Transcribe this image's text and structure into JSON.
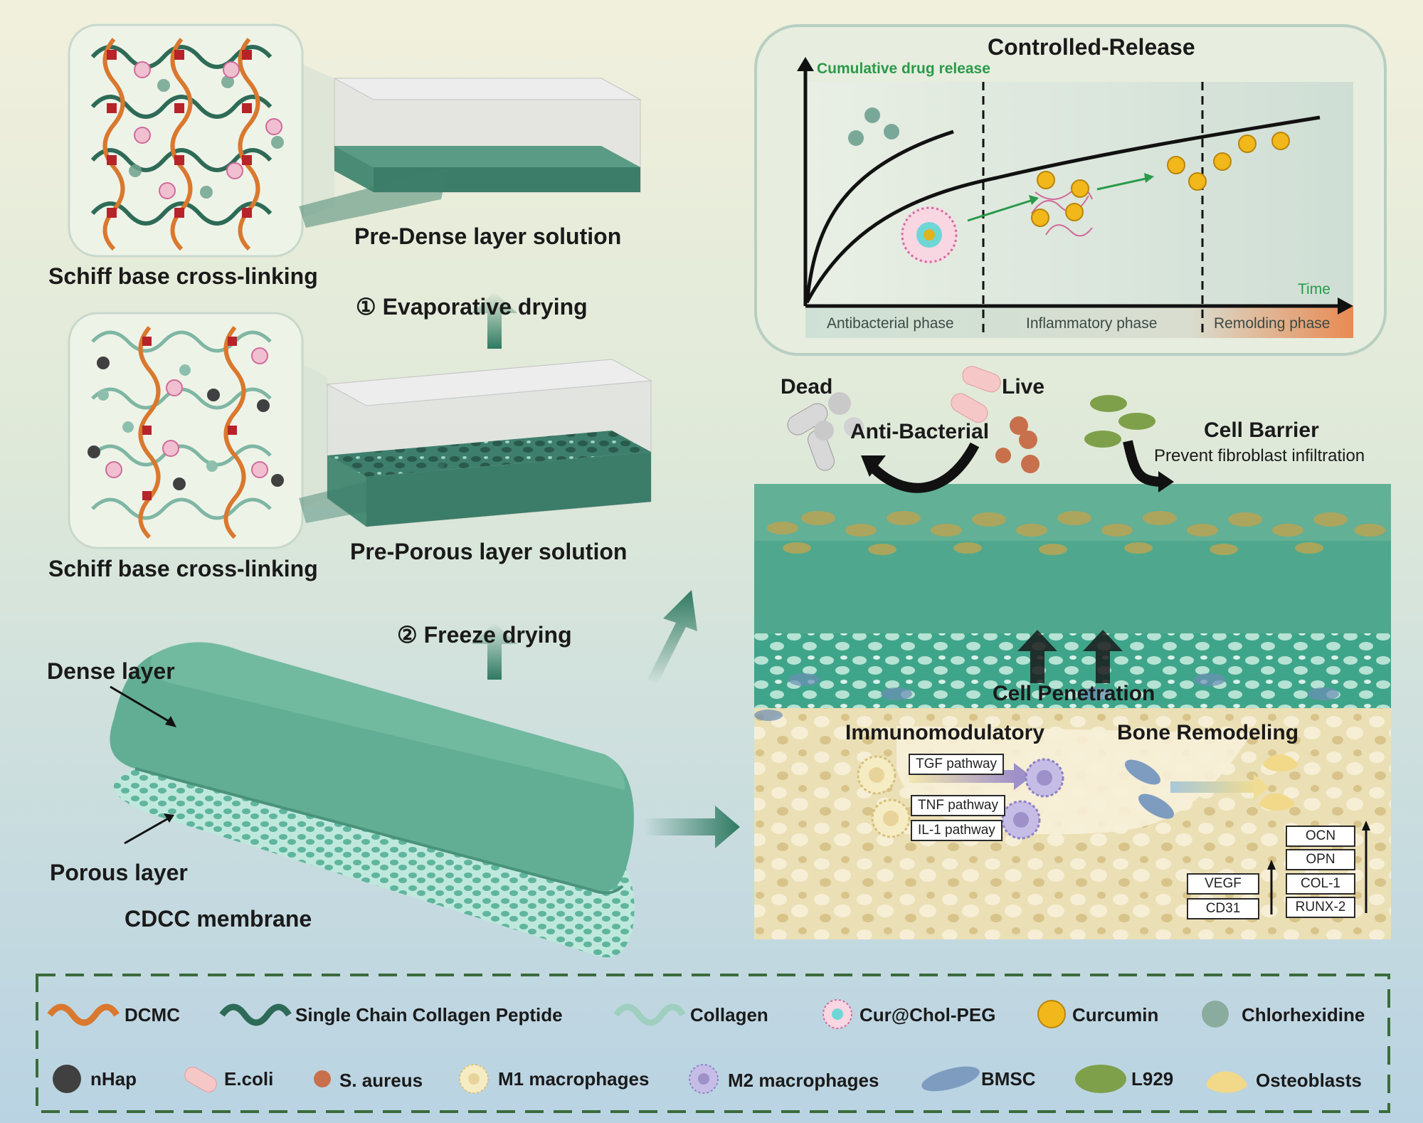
{
  "left": {
    "schiff_top": "Schiff base cross-linking",
    "pre_dense": "Pre-Dense layer solution",
    "step1": "① Evaporative drying",
    "schiff_mid": "Schiff base cross-linking",
    "pre_porous": "Pre-Porous layer solution",
    "step2": "② Freeze drying",
    "dense_layer": "Dense layer",
    "porous_layer": "Porous layer",
    "membrane": "CDCC membrane"
  },
  "release_panel": {
    "title": "Controlled-Release",
    "y_axis": "Cumulative drug release",
    "x_axis": "Time",
    "phases": [
      "Antibacterial phase",
      "Inflammatory phase",
      "Remolding phase"
    ],
    "colors": {
      "phase_end": "#e98a52",
      "axis_label": "#2a9a4a"
    }
  },
  "function_panel": {
    "dead": "Dead",
    "live": "Live",
    "anti_bacterial": "Anti-Bacterial",
    "cell_barrier": "Cell Barrier",
    "cell_barrier_sub": "Prevent fibroblast infiltration",
    "cell_penetration": "Cell Penetration",
    "immunomodulatory": "Immunomodulatory",
    "bone_remodeling": "Bone Remodeling",
    "pathways": [
      "TGF pathway",
      "TNF pathway",
      "IL-1 pathway"
    ],
    "markers_left": [
      "VEGF",
      "CD31"
    ],
    "markers_right": [
      "OCN",
      "OPN",
      "COL-1",
      "RUNX-2"
    ]
  },
  "legend": {
    "items": [
      {
        "label": "DCMC",
        "icon": "orange-wave-icon"
      },
      {
        "label": "Single Chain Collagen Peptide",
        "icon": "green-wave-icon"
      },
      {
        "label": "Collagen",
        "icon": "light-wave-icon"
      },
      {
        "label": "Cur@Chol-PEG",
        "icon": "micelle-icon"
      },
      {
        "label": "Curcumin",
        "icon": "yellow-sphere-icon"
      },
      {
        "label": "Chlorhexidine",
        "icon": "gray-green-sphere-icon"
      },
      {
        "label": "nHap",
        "icon": "dark-sphere-icon"
      },
      {
        "label": "E.coli",
        "icon": "rod-bacteria-icon"
      },
      {
        "label": "S. aureus",
        "icon": "coccus-icon"
      },
      {
        "label": "M1 macrophages",
        "icon": "m1-cell-icon"
      },
      {
        "label": "M2 macrophages",
        "icon": "m2-cell-icon"
      },
      {
        "label": "BMSC",
        "icon": "spindle-cell-icon"
      },
      {
        "label": "L929",
        "icon": "fibroblast-icon"
      },
      {
        "label": "Osteoblasts",
        "icon": "osteoblast-icon"
      }
    ]
  }
}
